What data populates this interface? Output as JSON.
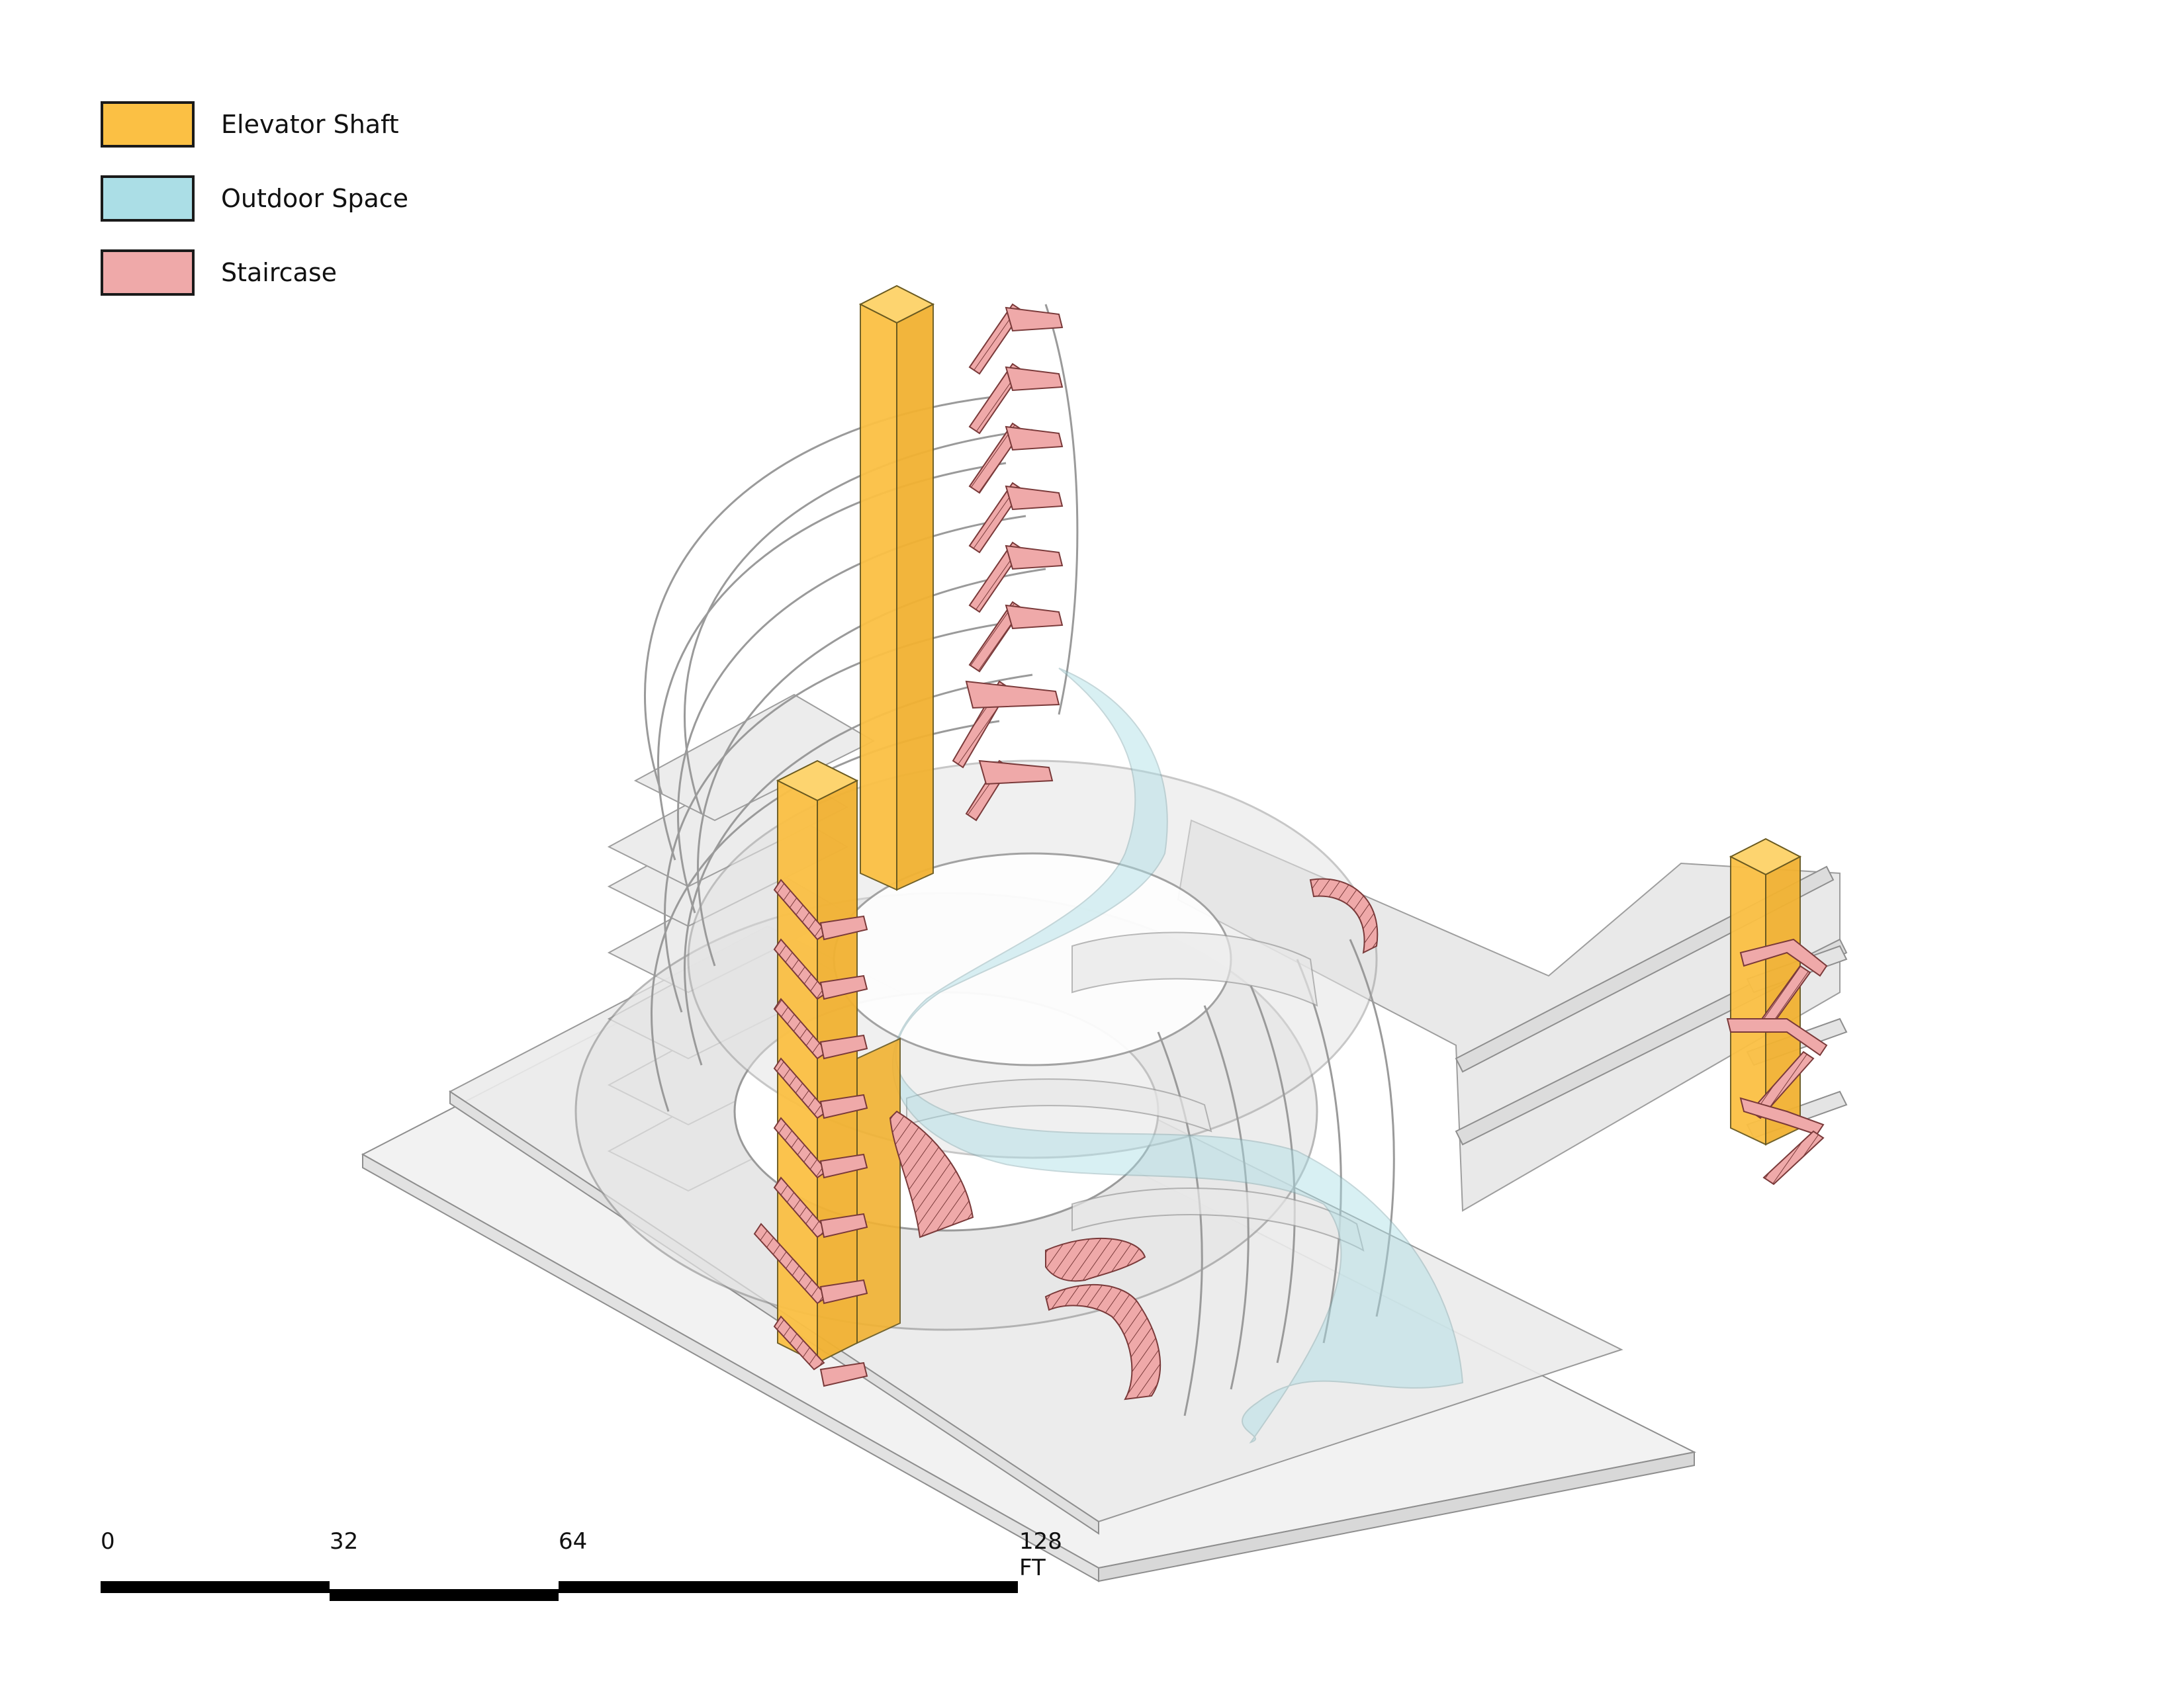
{
  "legend": {
    "items": [
      {
        "label": "Elevator Shaft",
        "color": "#FBC044"
      },
      {
        "label": "Outdoor Space",
        "color": "#ABDEE6"
      },
      {
        "label": "Staircase",
        "color": "#EFA9A9"
      }
    ]
  },
  "scale_bar": {
    "labels": [
      "0",
      "32",
      "64",
      "128 FT"
    ]
  },
  "colors": {
    "floor_slab": "#EEEEEE",
    "slab_edge": "#8E8E8E",
    "elevator": "#FBC044",
    "outdoor": "#ABDEE6",
    "stair": "#EFA9A9"
  }
}
